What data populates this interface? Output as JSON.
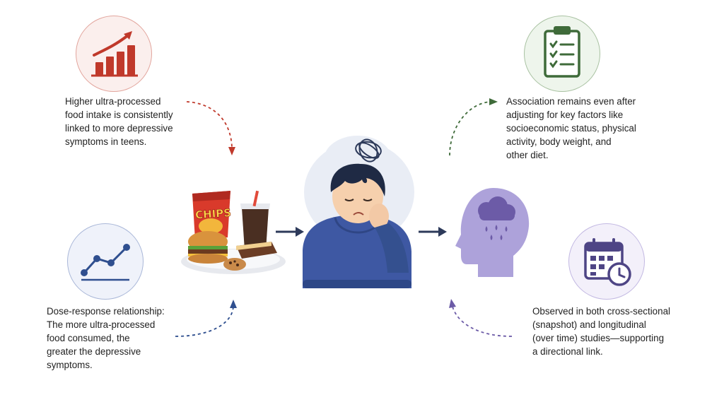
{
  "colors": {
    "red": "#c0392b",
    "blue": "#2f4f8f",
    "green": "#3f6b3a",
    "purple": "#6c5ba7",
    "teen_hoodie": "#3e58a3"
  },
  "callouts": {
    "top_left": {
      "icon": "rising-bar-chart-icon",
      "lines": [
        "Higher ultra-processed",
        "food intake is consistently",
        "linked to more depressive",
        "symptoms in teens."
      ]
    },
    "bottom_left": {
      "icon": "line-graph-icon",
      "lines": [
        "Dose-response relationship:",
        "The more ultra-processed",
        "food consumed, the",
        "greater the depressive",
        "symptoms."
      ]
    },
    "top_right": {
      "icon": "clipboard-checklist-icon",
      "lines": [
        "Association remains even after",
        "adjusting for key factors like",
        "socioeconomic status, physical",
        "activity, body weight, and",
        "other diet."
      ]
    },
    "bottom_right": {
      "icon": "calendar-clock-icon",
      "lines": [
        "Observed in both cross-sectional",
        "(snapshot) and longitudinal",
        "(over time) studies—supporting",
        "a directional link."
      ]
    }
  },
  "food": {
    "chips_label": "CHIPS",
    "icon": "junk-food-plate-icon"
  },
  "teen": {
    "icon": "sad-teen-icon"
  },
  "head": {
    "icon": "rain-cloud-head-icon"
  }
}
